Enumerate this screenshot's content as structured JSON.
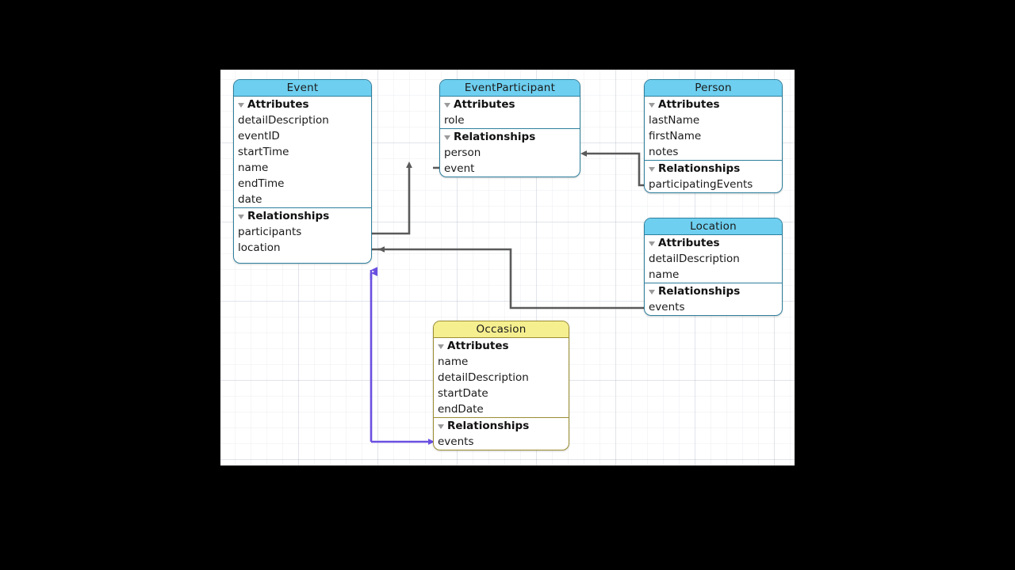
{
  "diagram": {
    "type": "core-data-entity-relationship-model",
    "canvas": {
      "grid": true,
      "background": "#ffffff",
      "grid_color": "#dfe3ea"
    },
    "colors": {
      "entity_header_blue": "#6ecff0",
      "entity_header_yellow": "#f6ef8f",
      "entity_border_blue": "#2d7f9d",
      "entity_border_yellow": "#9a8d32",
      "connector_gray": "#5a5a5a",
      "connector_purple": "#6a4fe0",
      "disclosure_triangle": "#9a9a9a"
    },
    "group_labels": {
      "attributes": "Attributes",
      "relationships": "Relationships"
    },
    "entities": [
      {
        "name": "Event",
        "color": "blue",
        "attributes": [
          "detailDescription",
          "eventID",
          "startTime",
          "name",
          "endTime",
          "date"
        ],
        "relationships": [
          "participants",
          "location"
        ]
      },
      {
        "name": "EventParticipant",
        "color": "blue",
        "attributes": [
          "role"
        ],
        "relationships": [
          "person",
          "event"
        ]
      },
      {
        "name": "Person",
        "color": "blue",
        "attributes": [
          "lastName",
          "firstName",
          "notes"
        ],
        "relationships": [
          "participatingEvents"
        ]
      },
      {
        "name": "Location",
        "color": "blue",
        "attributes": [
          "detailDescription",
          "name"
        ],
        "relationships": [
          "events"
        ]
      },
      {
        "name": "Occasion",
        "color": "yellow",
        "attributes": [
          "name",
          "detailDescription",
          "startDate",
          "endDate"
        ],
        "relationships": [
          "events"
        ]
      }
    ],
    "connections": [
      {
        "from": "Event.participants",
        "to": "EventParticipant.event",
        "style": "gray",
        "source_arrow": "single",
        "target_arrow": "double"
      },
      {
        "from": "EventParticipant.person",
        "to": "Person.participatingEvents",
        "style": "gray",
        "source_arrow": "double",
        "target_arrow": "single"
      },
      {
        "from": "Event.location",
        "to": "Location.events",
        "style": "gray",
        "source_arrow": "double",
        "target_arrow": "single"
      },
      {
        "from": "Occasion.events",
        "to": "Event",
        "style": "purple",
        "source_arrow": "single",
        "target_arrow": "double"
      }
    ]
  }
}
